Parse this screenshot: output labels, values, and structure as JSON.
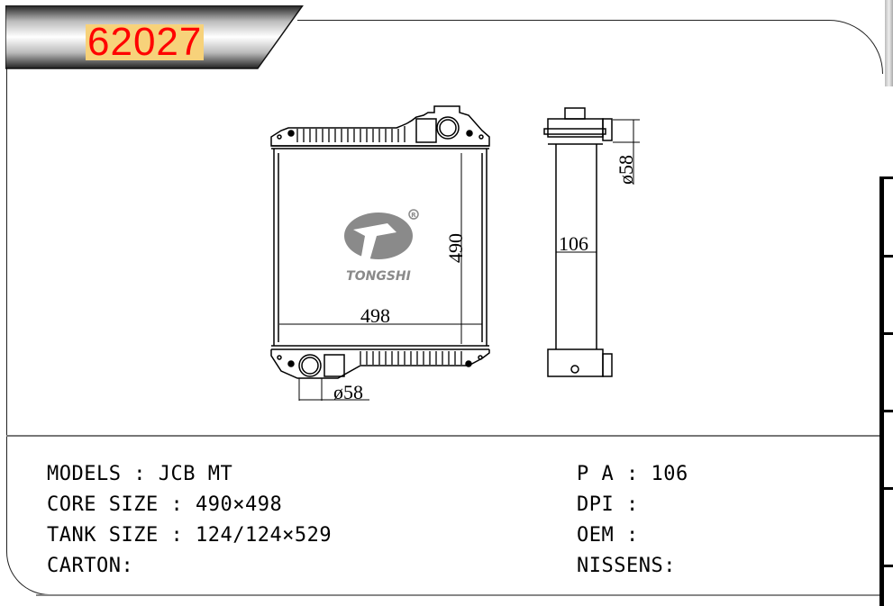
{
  "header": {
    "part_number": "62027"
  },
  "drawing": {
    "logo_brand": "TONGSHI",
    "logo_registered": "®",
    "dimensions": {
      "core_height": "490",
      "core_width": "498",
      "outlet_diameter_front": "ø58",
      "outlet_diameter_side": "ø58",
      "core_thickness": "106"
    }
  },
  "specs_left": [
    {
      "label": "MODELS",
      "sep": " : ",
      "value": "JCB MT"
    },
    {
      "label": "CORE SIZE",
      "sep": " : ",
      "value": "490×498"
    },
    {
      "label": "TANK SIZE",
      "sep": " : ",
      "value": "124/124×529"
    },
    {
      "label": "CARTON",
      "sep": ":",
      "value": ""
    }
  ],
  "specs_right": [
    {
      "label": "P A",
      "sep": " : ",
      "value": "106"
    },
    {
      "label": "DPI",
      "sep": " : ",
      "value": ""
    },
    {
      "label": "OEM",
      "sep": " : ",
      "value": ""
    },
    {
      "label": "NISSENS",
      "sep": ":",
      "value": ""
    }
  ],
  "colors": {
    "title_text": "#ff0000",
    "title_highlight": "#f7d27a",
    "logo_gray": "#8a8a8a"
  }
}
